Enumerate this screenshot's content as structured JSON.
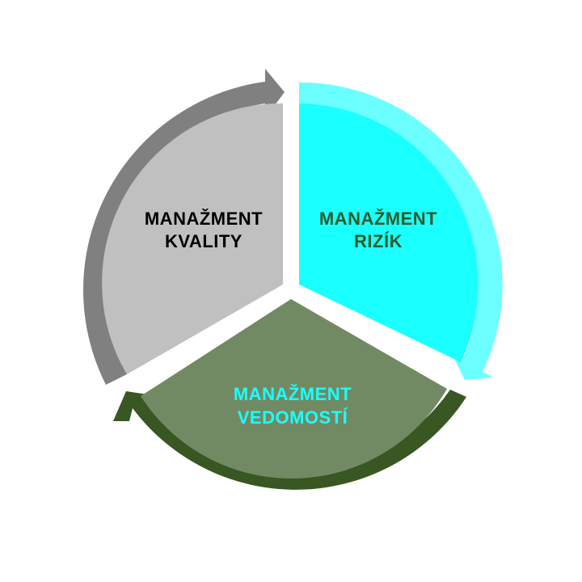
{
  "segments": [
    {
      "id": "kvalita",
      "lines": [
        "MANAŽMENT",
        "KVALITY"
      ],
      "fill": "#c0c0c0",
      "arrow_color": "#808080",
      "text_color": "#000000"
    },
    {
      "id": "riziko",
      "lines": [
        "MANAŽMENT",
        "RIZÍK"
      ],
      "fill": "#1affff",
      "arrow_color": "#6bffff",
      "text_color": "#2e5b26"
    },
    {
      "id": "vedomosti",
      "lines": [
        "MANAŽMENT",
        "VEDOMOSTÍ"
      ],
      "fill": "#728a64",
      "arrow_color": "#385722",
      "text_color": "#1affff"
    }
  ],
  "background": "#ffffff"
}
